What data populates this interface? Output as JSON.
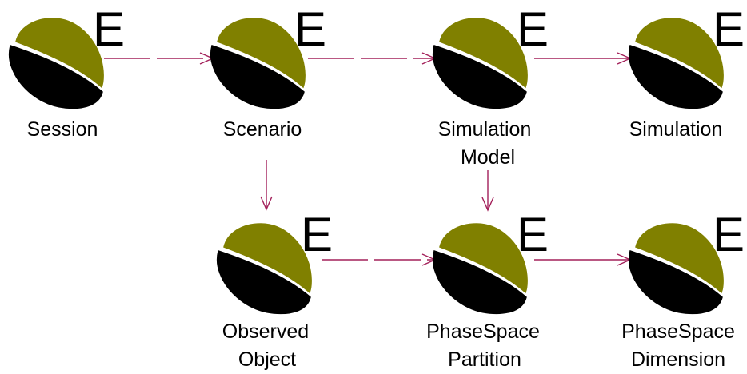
{
  "colors": {
    "entity_top": "#808000",
    "entity_bottom": "#000000",
    "connector": "#a3205a"
  },
  "icons": {
    "entity": "entity-icon",
    "stereotype_letter": "E"
  },
  "entities": [
    {
      "id": "session",
      "lines": [
        "Session"
      ]
    },
    {
      "id": "scenario",
      "lines": [
        "Scenario"
      ]
    },
    {
      "id": "simulation-model",
      "lines": [
        "Simulation",
        "Model"
      ]
    },
    {
      "id": "simulation",
      "lines": [
        "Simulation"
      ]
    },
    {
      "id": "observed-object",
      "lines": [
        "Observed",
        "Object"
      ]
    },
    {
      "id": "phasespace-partition",
      "lines": [
        "PhaseSpace",
        "Partition"
      ]
    },
    {
      "id": "phasespace-dimension",
      "lines": [
        "PhaseSpace",
        "Dimension"
      ]
    }
  ],
  "connections": [
    {
      "from": "session",
      "to": "scenario",
      "style": "dashed"
    },
    {
      "from": "scenario",
      "to": "simulation-model",
      "style": "dashed"
    },
    {
      "from": "simulation-model",
      "to": "simulation",
      "style": "solid"
    },
    {
      "from": "scenario",
      "to": "observed-object",
      "style": "solid"
    },
    {
      "from": "simulation-model",
      "to": "phasespace-partition",
      "style": "solid"
    },
    {
      "from": "observed-object",
      "to": "phasespace-partition",
      "style": "dashed"
    },
    {
      "from": "phasespace-partition",
      "to": "phasespace-dimension",
      "style": "solid"
    }
  ]
}
